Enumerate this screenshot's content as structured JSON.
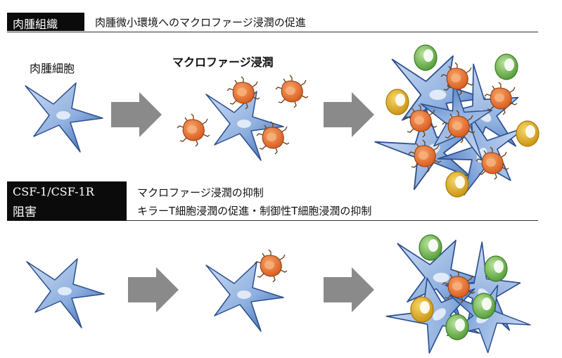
{
  "section1": {
    "tag": "肉腫組織",
    "heading": "肉腫微小環境へのマクロファージ浸潤の促進",
    "cell_label": "肉腫細胞",
    "macrophage_label": "マクロファージ浸潤"
  },
  "section2": {
    "tag_line1": "CSF-1/CSF-1R",
    "tag_line2": "阻害",
    "heading_line1": "マクロファージ浸潤の抑制",
    "heading_line2": "キラーT細胞浸潤の促進・制御性T細胞浸潤の抑制"
  },
  "colors": {
    "sarcoma_light": "#b8cdea",
    "sarcoma_dark": "#2f5fae",
    "macrophage": "#e8722a",
    "killer_t": "#7cc25a",
    "treg": "#e6b21e",
    "arrow": "#8a8a8a"
  },
  "icons": [
    "sarcoma-cell-icon",
    "macrophage-icon",
    "killer-t-cell-icon",
    "regulatory-t-cell-icon",
    "arrow-right-icon"
  ]
}
